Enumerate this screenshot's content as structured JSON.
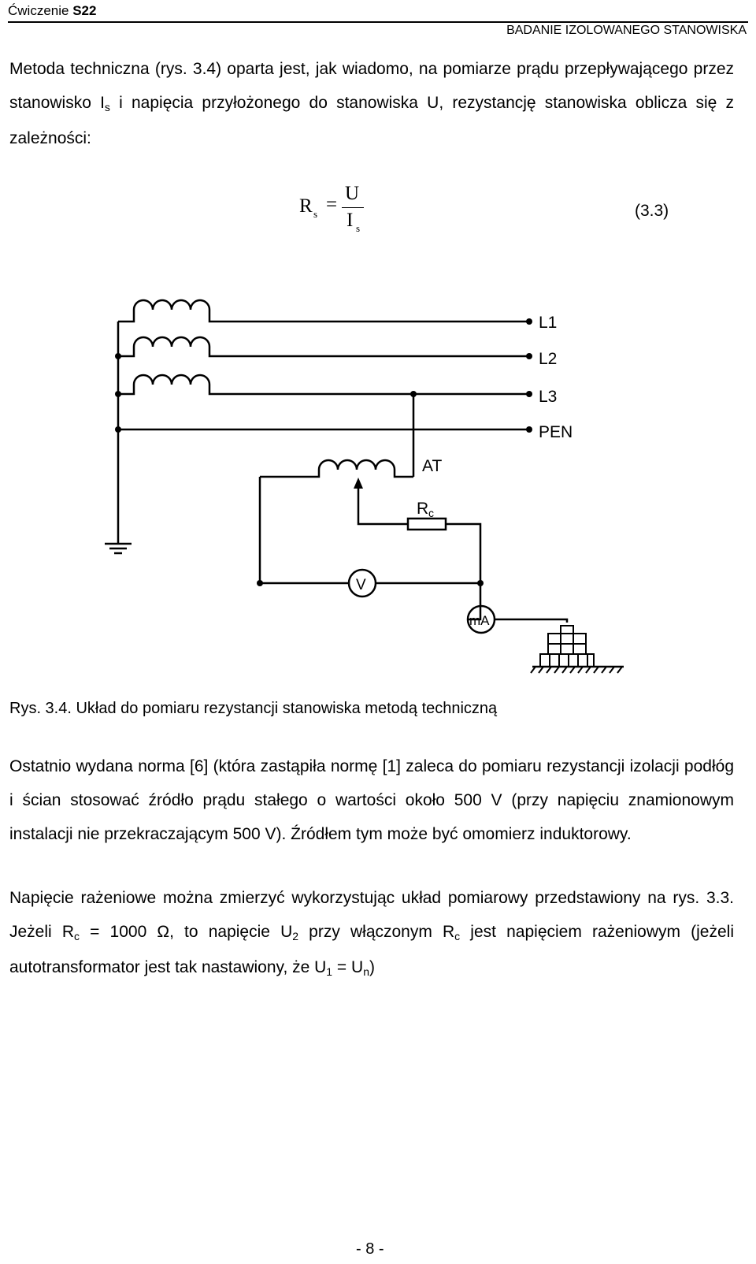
{
  "header": {
    "left_prefix": "Ćwiczenie ",
    "left_code": "S22",
    "right": "BADANIE IZOLOWANEGO STANOWISKA"
  },
  "intro": {
    "text_a": "Metoda techniczna (rys. 3.4) oparta jest, jak wiadomo, na pomiarze prądu przepływającego przez stanowisko I",
    "sub_s": "s",
    "text_b": " i napięcia przyłożonego do stanowiska U, rezystancję stanowiska oblicza się z zależności:"
  },
  "formula": {
    "lhs": "R",
    "lhs_sub": "s",
    "eq": "=",
    "num": "U",
    "den": "I",
    "den_sub": "s",
    "number": "(3.3)"
  },
  "diagram": {
    "labels": {
      "L1": "L1",
      "L2": "L2",
      "L3": "L3",
      "PEN": "PEN",
      "AT": "AT",
      "Rc": "R",
      "Rc_sub": "c",
      "V": "V",
      "mA": "mA"
    }
  },
  "caption": "Rys. 3.4. Układ do pomiaru rezystancji stanowiska metodą techniczną",
  "paragraph2": "Ostatnio wydana norma [6] (która zastąpiła normę [1] zaleca do pomiaru rezystancji izolacji podłóg i ścian stosować źródło prądu stałego o wartości około 500 V (przy napięciu znamionowym instalacji nie przekraczającym 500 V). Źródłem tym może być omomierz induktorowy.",
  "paragraph3": {
    "t1": "Napięcie rażeniowe można zmierzyć wykorzystując układ pomiarowy przedstawiony na rys. 3.3. Jeżeli R",
    "s1": "c",
    "t2": " = 1000 Ω, to napięcie U",
    "s2": "2",
    "t3": " przy włączonym R",
    "s3": "c",
    "t4": " jest napięciem rażeniowym (jeżeli autotransformator jest tak nastawiony, że U",
    "s4": "1",
    "t5": " = U",
    "s5": "n",
    "t6": ")"
  },
  "page_number": "- 8 -"
}
